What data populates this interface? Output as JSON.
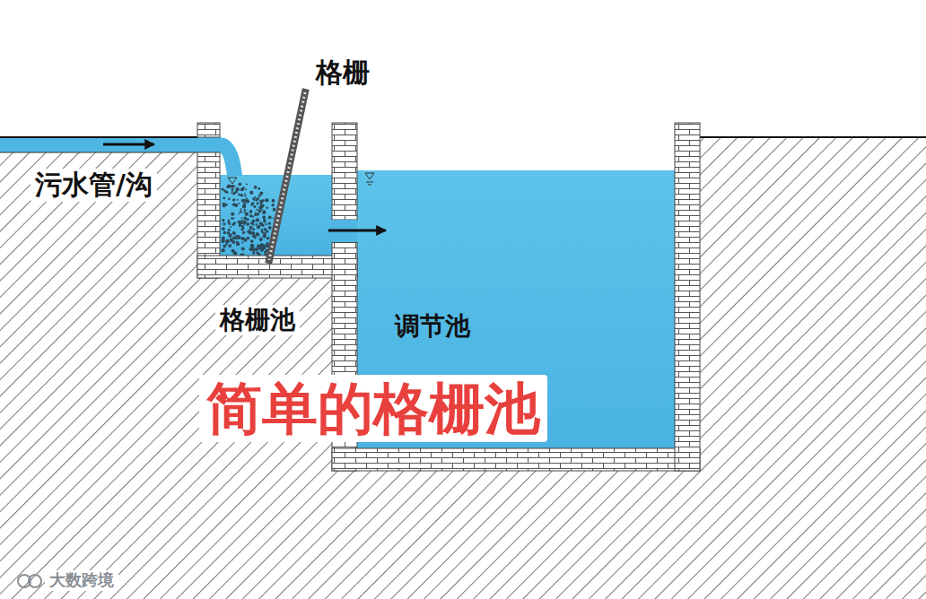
{
  "diagram": {
    "title": "简单的格栅池",
    "labels": [
      "格栅",
      "污水管/沟",
      "格栅池",
      "调节池",
      "大数跨境"
    ]
  }
}
